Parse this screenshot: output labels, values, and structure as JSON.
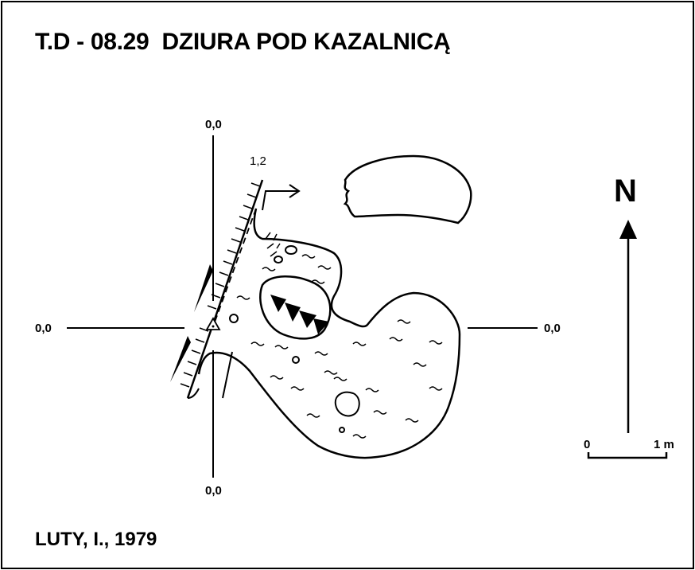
{
  "title": "T.D - 08.29  DZIURA POD KAZALNICĄ",
  "author": "LUTY, I., 1979",
  "compass": {
    "label": "N"
  },
  "grid": {
    "top": "0,0",
    "bottom": "0,0",
    "left": "0,0",
    "right": "0,0"
  },
  "distance_label": "1,2",
  "scale": {
    "start": "0",
    "end": "1 m"
  }
}
